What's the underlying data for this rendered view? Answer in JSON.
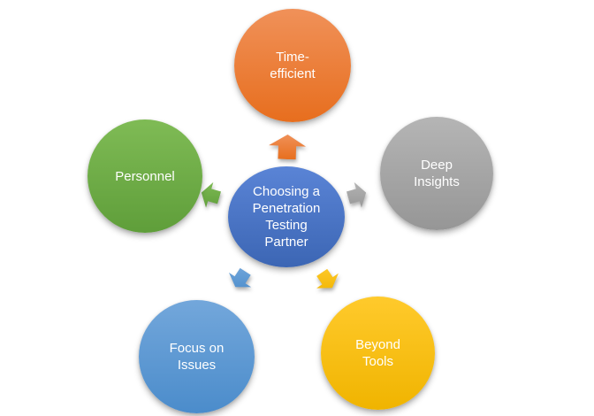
{
  "diagram": {
    "type": "radial-diverging",
    "background": "#FFFFFF",
    "text_color": "#FFFFFF",
    "center": {
      "id": "choosing-a-penetration-testing-partner",
      "label": "Choosing a\nPenetration\nTesting\nPartner",
      "color": "#4472C4",
      "gradient_light": "#5A84D6",
      "gradient_dark": "#3C66B4"
    },
    "nodes": [
      {
        "id": "time-efficient",
        "label": "Time-\nefficient",
        "position": "top",
        "color": "#ED7D31",
        "gradient_light": "#F09159",
        "gradient_dark": "#E76E1E"
      },
      {
        "id": "deep-insights",
        "label": "Deep\nInsights",
        "position": "right",
        "color": "#A5A5A5",
        "gradient_light": "#B5B5B5",
        "gradient_dark": "#969696"
      },
      {
        "id": "beyond-tools",
        "label": "Beyond\nTools",
        "position": "bottom-right",
        "color": "#FFC000",
        "gradient_light": "#FFCA2C",
        "gradient_dark": "#F0B400"
      },
      {
        "id": "focus-on-issues",
        "label": "Focus on\nIssues",
        "position": "bottom-left",
        "color": "#5B9BD5",
        "gradient_light": "#73A7DB",
        "gradient_dark": "#4B8CCB"
      },
      {
        "id": "personnel",
        "label": "Personnel",
        "position": "left",
        "color": "#70AD47",
        "gradient_light": "#7FBB55",
        "gradient_dark": "#5F9E3A"
      }
    ]
  }
}
